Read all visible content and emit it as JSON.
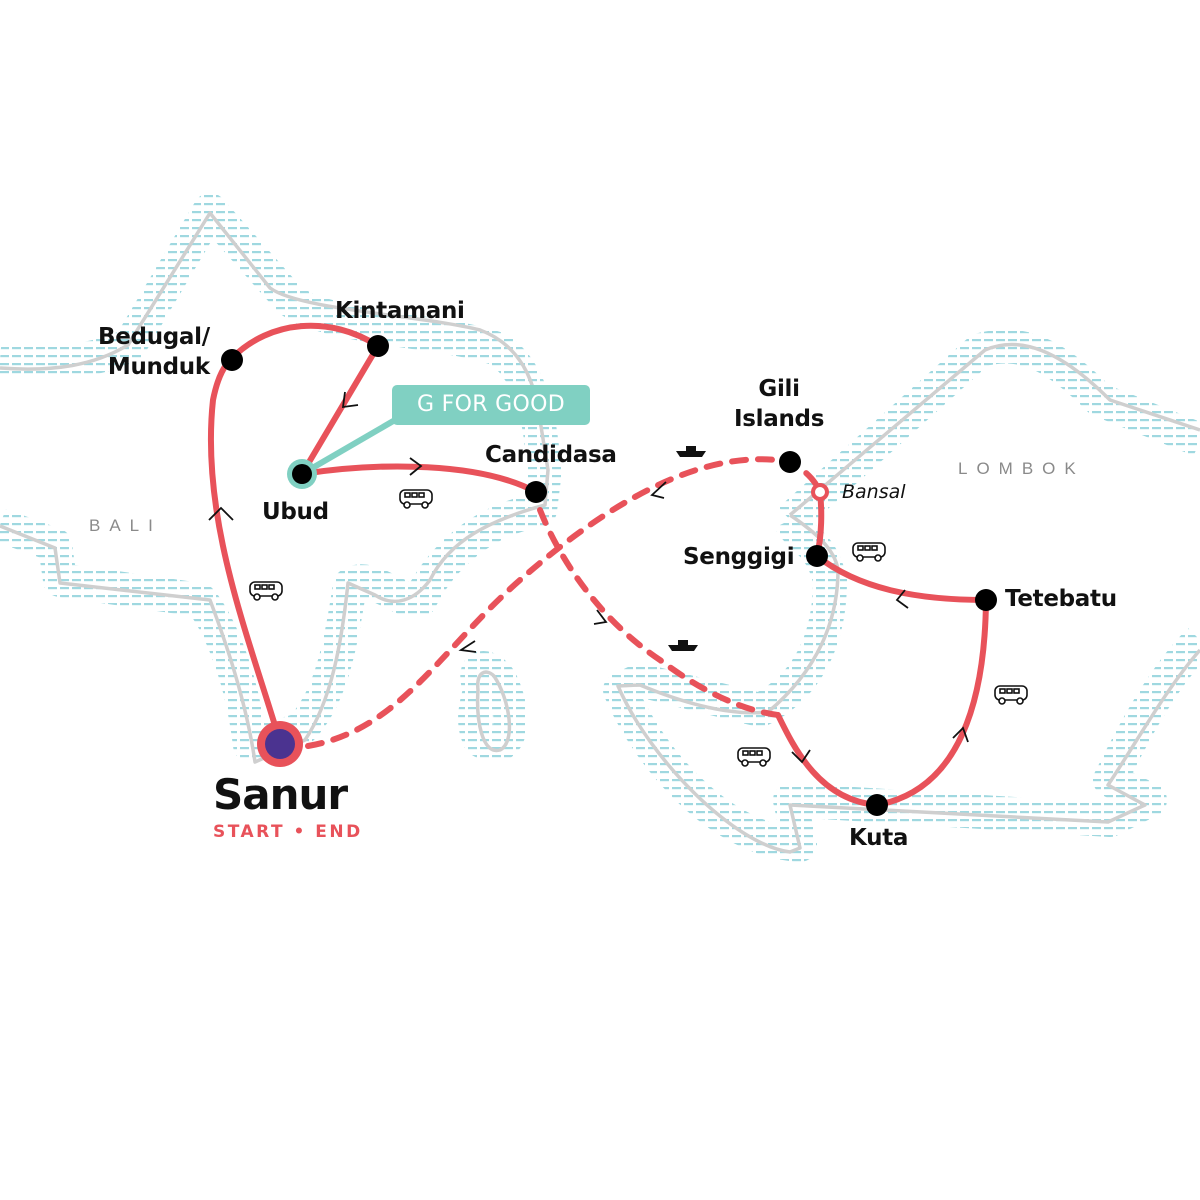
{
  "map": {
    "regions": {
      "bali": "BALI",
      "lombok": "LOMBOK"
    },
    "colors": {
      "route": "#e8525a",
      "coast": "#cfcfcf",
      "water": "#9fd8e0",
      "start_fill": "#4b3390",
      "g_for_good": "#80d0c2",
      "stop": "#000000"
    },
    "start": {
      "name": "Sanur",
      "subtitle": "START • END"
    },
    "badge": {
      "label": "G FOR GOOD"
    },
    "stops": [
      {
        "id": "bedugal",
        "label_line1": "Bedugal/",
        "label_line2": "Munduk"
      },
      {
        "id": "kintamani",
        "label": "Kintamani"
      },
      {
        "id": "ubud",
        "label": "Ubud"
      },
      {
        "id": "candidasa",
        "label": "Candidasa"
      },
      {
        "id": "gili",
        "label_line1": "Gili",
        "label_line2": "Islands"
      },
      {
        "id": "bansal",
        "label": "Bansal"
      },
      {
        "id": "senggigi",
        "label": "Senggigi"
      },
      {
        "id": "tetebatu",
        "label": "Tetebatu"
      },
      {
        "id": "kuta",
        "label": "Kuta"
      }
    ],
    "transport_icons": [
      "bus-icon",
      "bus-icon",
      "bus-icon",
      "bus-icon",
      "bus-icon",
      "boat-icon",
      "boat-icon"
    ]
  }
}
